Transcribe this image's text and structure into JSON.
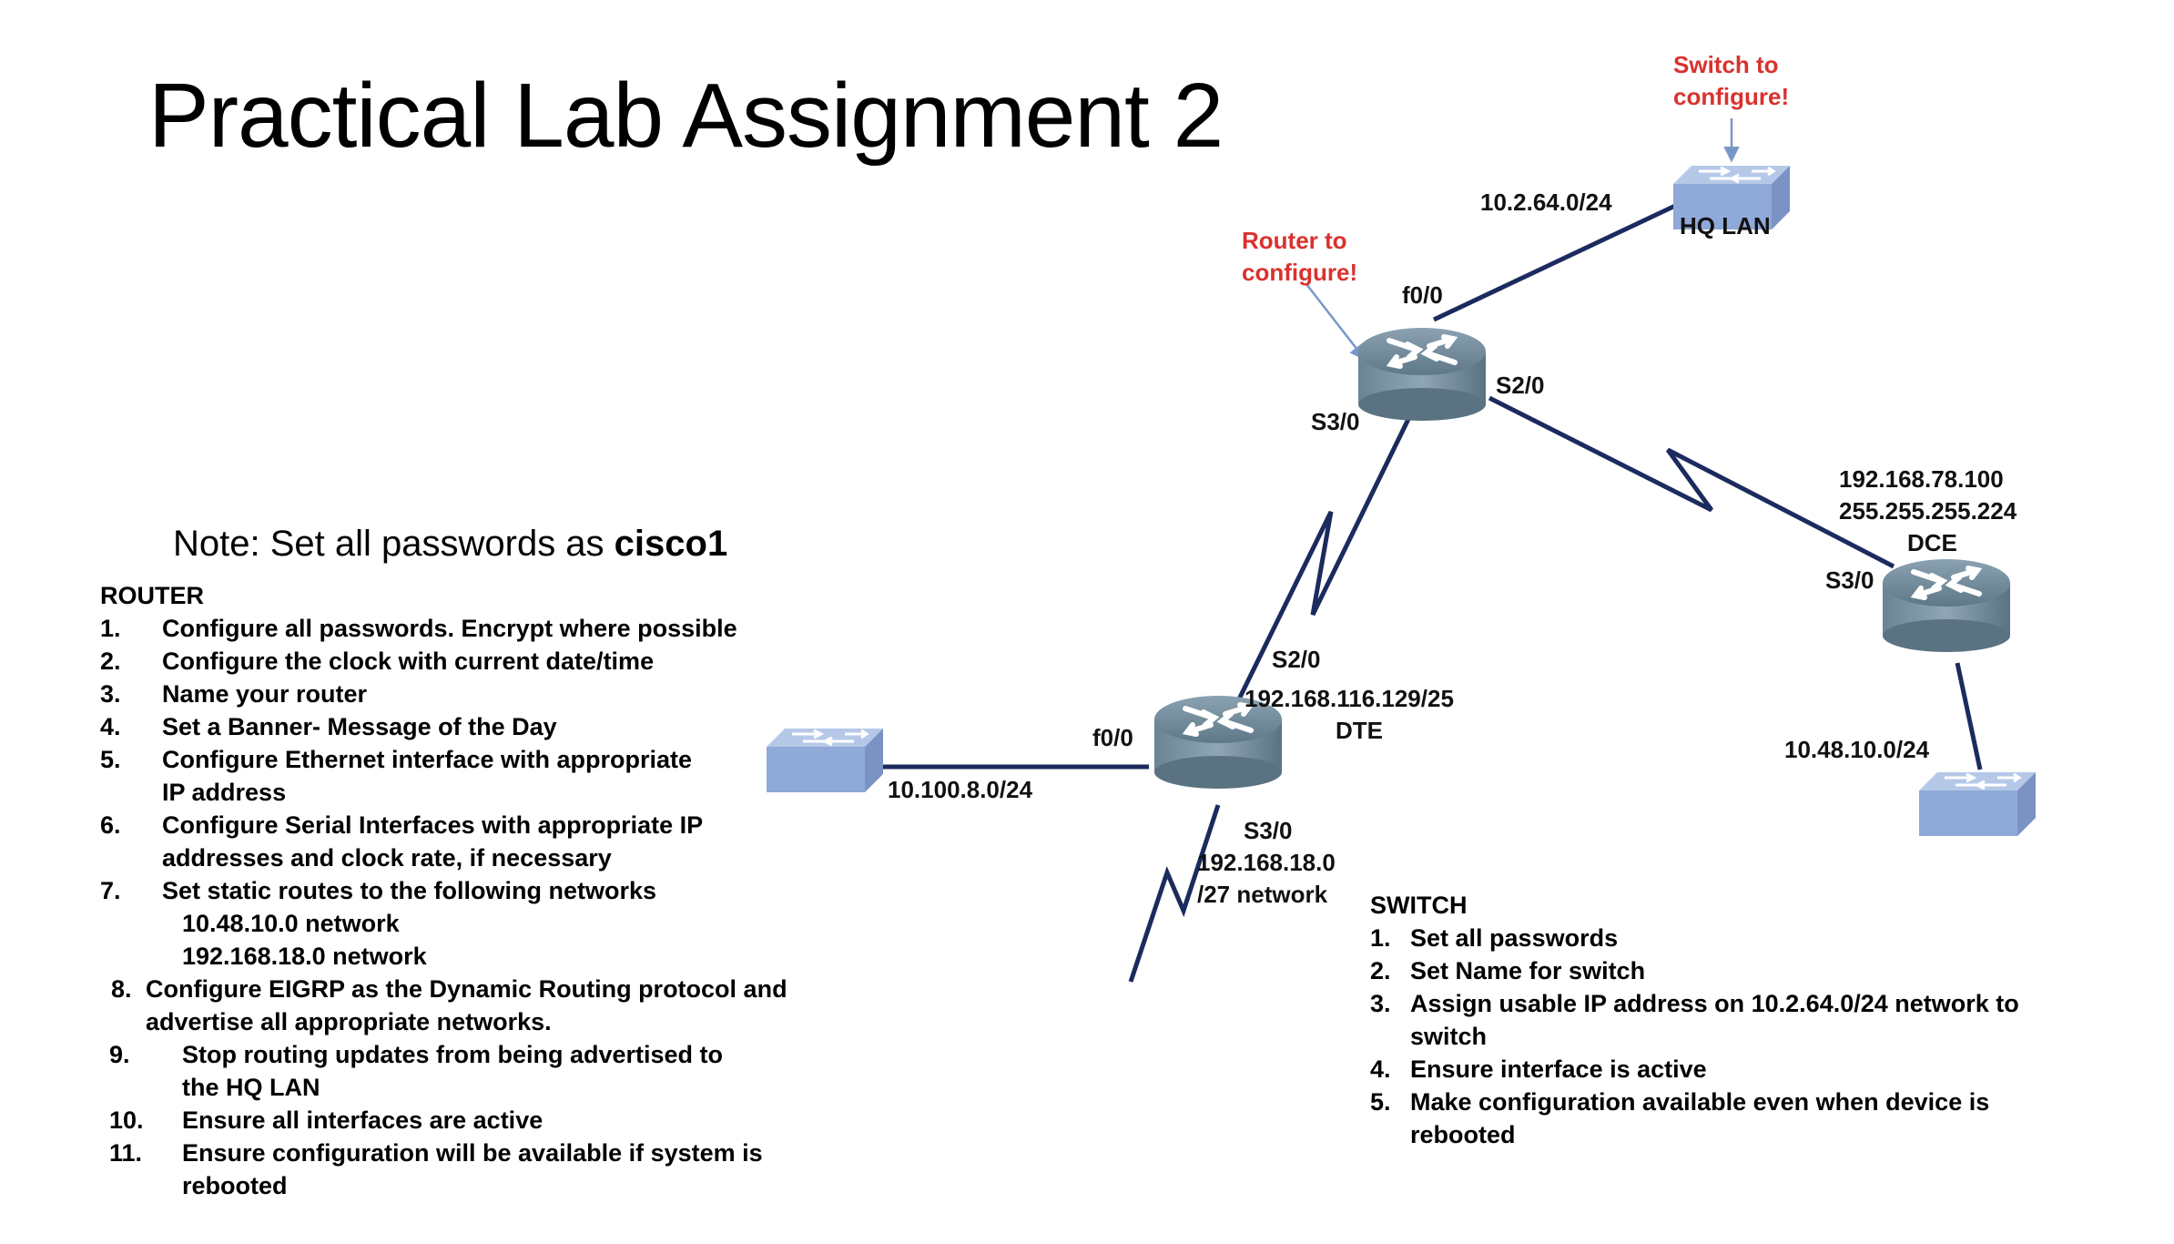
{
  "title": "Practical Lab Assignment 2",
  "note": {
    "prefix": "Note: Set all passwords as ",
    "password": "cisco1"
  },
  "router_section": {
    "heading": "ROUTER",
    "items": [
      {
        "num": "1.",
        "text": "Configure all passwords. Encrypt where possible"
      },
      {
        "num": "2.",
        "text": "Configure the clock with current date/time"
      },
      {
        "num": "3.",
        "text": "Name your router"
      },
      {
        "num": "4.",
        "text": "Set a Banner- Message of the Day"
      },
      {
        "num": "5.",
        "text": "Configure Ethernet interface with appropriate IP address"
      },
      {
        "num": "6.",
        "text": "Configure Serial Interfaces with appropriate IP addresses and clock rate, if necessary"
      },
      {
        "num": "7.",
        "text": "Set static routes to the following networks"
      },
      {
        "sub1": "10.48.10.0 network",
        "sub2": "192.168.18.0 network"
      },
      {
        "num": "8.",
        "text": "Configure EIGRP as the Dynamic Routing protocol and advertise all appropriate networks."
      },
      {
        "num": "9.",
        "text": "Stop routing updates from being advertised to the HQ LAN"
      },
      {
        "num": "10.",
        "text": "Ensure all interfaces are active"
      },
      {
        "num": "11.",
        "text": "Ensure configuration will be available if system is rebooted"
      }
    ]
  },
  "switch_section": {
    "heading": "SWITCH",
    "items": [
      {
        "num": "1.",
        "text": "Set all passwords"
      },
      {
        "num": "2.",
        "text": "Set Name for switch"
      },
      {
        "num": "3.",
        "text": "Assign usable IP address on 10.2.64.0/24 network to switch"
      },
      {
        "num": "4.",
        "text": "Ensure interface is active"
      },
      {
        "num": "5.",
        "text": "Make configuration available even when device is rebooted"
      }
    ]
  },
  "diagram": {
    "callout_switch_line1": "Switch to",
    "callout_switch_line2": "configure!",
    "callout_router_line1": "Router to",
    "callout_router_line2": "configure!",
    "hq_network": "10.2.64.0/24",
    "hq_lan": "HQ LAN",
    "hq_router_f0": "f0/0",
    "hq_router_s2": "S2/0",
    "hq_router_s3": "S3/0",
    "right_ip": "192.168.78.100",
    "right_mask": "255.255.255.224",
    "right_dce": "DCE",
    "right_s3": "S3/0",
    "right_network": "10.48.10.0/24",
    "bottom_s2": "S2/0",
    "bottom_ip": "192.168.116.129/25",
    "bottom_dte": "DTE",
    "bottom_f0": "f0/0",
    "left_network": "10.100.8.0/24",
    "bottom_s3": "S3/0",
    "bottom_net_line1": "192.168.18.0",
    "bottom_net_line2": "/27 network",
    "callout_color": "#d9322e",
    "link_color": "#1b2b5e",
    "router_color": "#6e8797",
    "switch_color": "#8fa9d8"
  }
}
